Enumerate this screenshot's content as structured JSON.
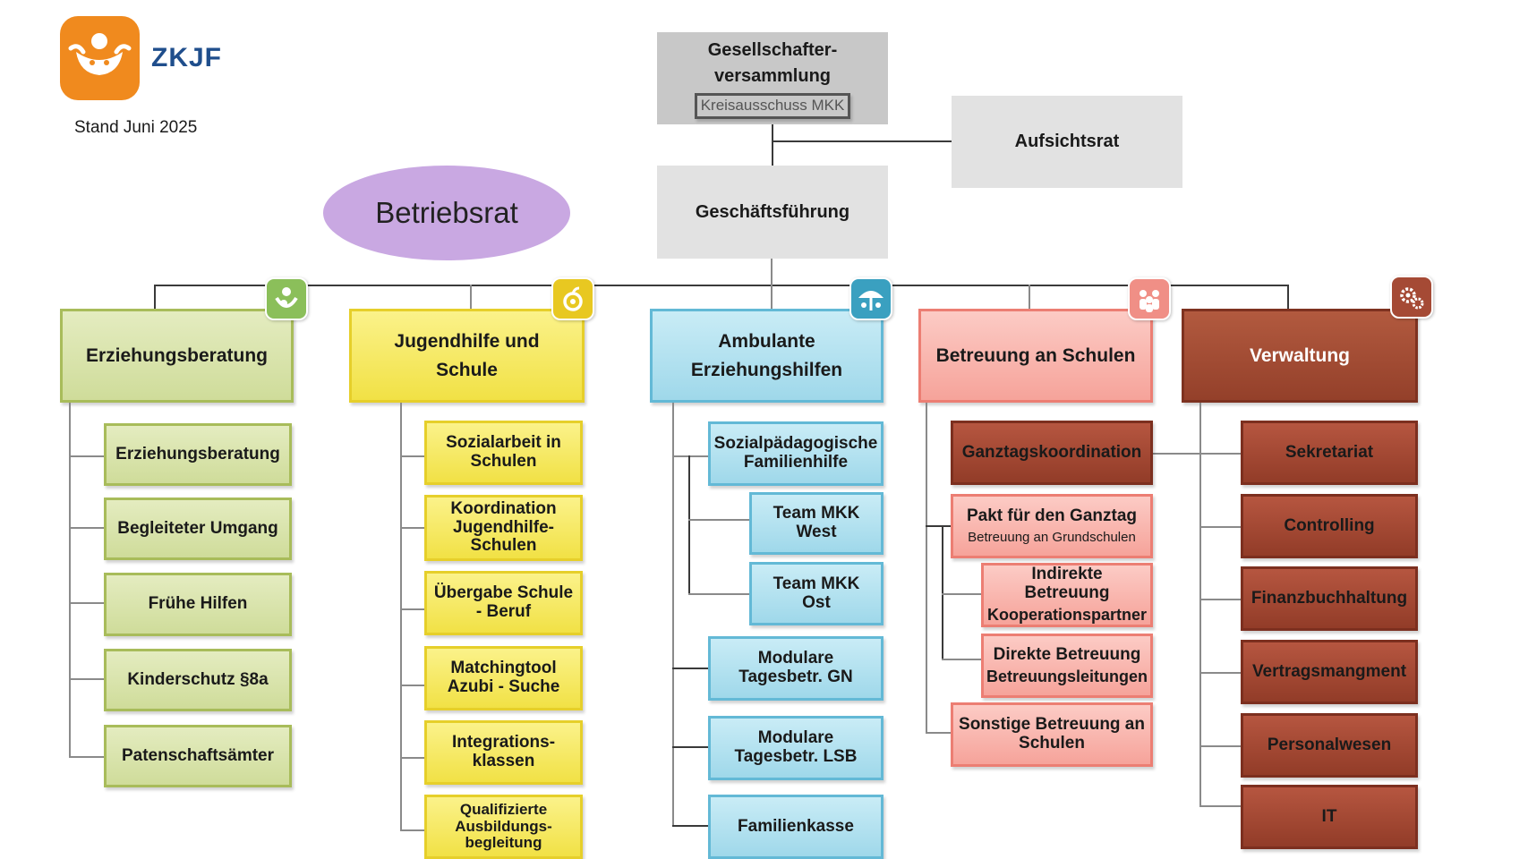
{
  "header": {
    "brand": "ZKJF",
    "stand": "Stand Juni 2025"
  },
  "top": {
    "gesellschafter_line1": "Gesellschafter-",
    "gesellschafter_line2": "versammlung",
    "gesellschafter_sub": "Kreisausschuss MKK",
    "aufsichtsrat": "Aufsichtsrat",
    "geschaeftsfuehrung": "Geschäftsführung",
    "betriebsrat": "Betriebsrat"
  },
  "columns": [
    {
      "title": "Erziehungsberatung",
      "icon": "mother-child-icon",
      "color": "#cfdc9a",
      "items": [
        "Erziehungsberatung",
        "Begleiteter Umgang",
        "Frühe Hilfen",
        "Kinderschutz §8a",
        "Patenschaftsämter"
      ]
    },
    {
      "title": "Jugendhilfe und Schule",
      "icon": "apple-icon",
      "color": "#f1e145",
      "items": [
        "Sozialarbeit in Schulen",
        "Koordination Jugendhilfe- Schulen",
        "Übergabe Schule - Beruf",
        "Matchingtool Azubi - Suche",
        "Integrations- klassen",
        "Qualifizierte Ausbildungs- begleitung"
      ]
    },
    {
      "title": "Ambulante Erziehungshilfen",
      "icon": "umbrella-family-icon",
      "color": "#9fd8ea",
      "items": [
        "Sozialpädagogische Familienhilfe",
        "Team MKK West",
        "Team MKK Ost",
        "Modulare Tagesbetr. GN",
        "Modulare Tagesbetr. LSB",
        "Familienkasse"
      ]
    },
    {
      "title": "Betreuung an Schulen",
      "icon": "group-icon",
      "color": "#f6a39a",
      "items": [
        {
          "label": "Ganztagskoordination"
        },
        {
          "label": "Pakt für den Ganztag",
          "sub": "Betreuung an Grundschulen"
        },
        {
          "label": "Indirekte Betreuung",
          "sub": "Kooperationspartner"
        },
        {
          "label": "Direkte Betreuung",
          "sub": "Betreuungsleitungen"
        },
        {
          "label": "Sonstige Betreuung an Schulen"
        }
      ]
    },
    {
      "title": "Verwaltung",
      "icon": "gears-icon",
      "color": "#94402a",
      "items": [
        "Sekretariat",
        "Controlling",
        "Finanzbuchhaltung",
        "Vertragsmangment",
        "Personalwesen",
        "IT"
      ]
    }
  ],
  "colors": {
    "logo": "#f08a1e",
    "brand": "#1f4e8c",
    "betriebsrat": "#c9a8e2"
  }
}
